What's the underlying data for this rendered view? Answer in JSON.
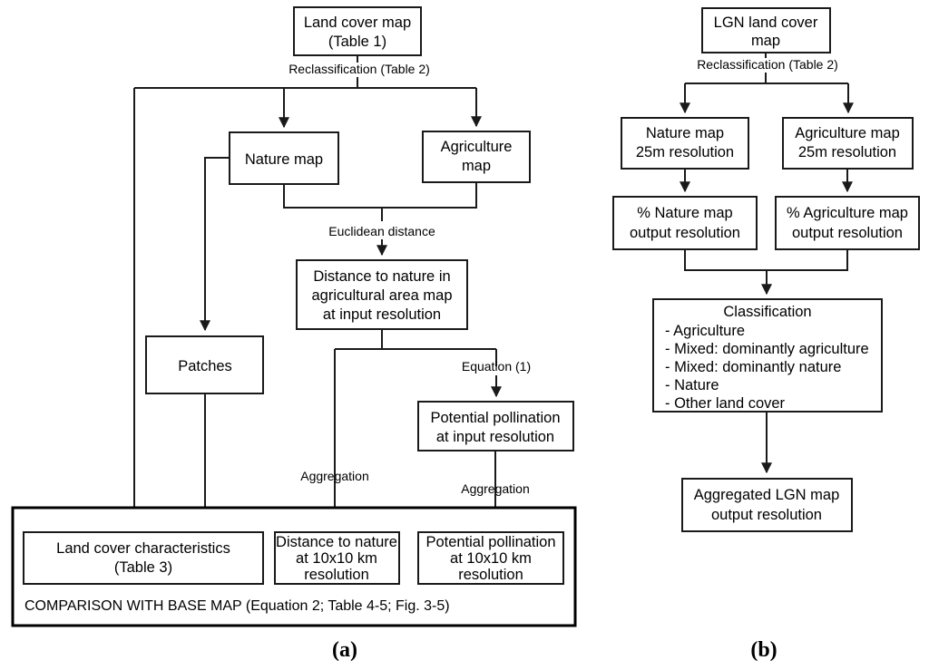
{
  "figure": {
    "background": "#ffffff",
    "line_color": "#1a1a1a",
    "panels": [
      {
        "id": "a",
        "label": "(a)"
      },
      {
        "id": "b",
        "label": "(b)"
      }
    ]
  },
  "panel_a": {
    "label": "(a)",
    "nodes": {
      "land_cover_map": {
        "line1": "Land cover map",
        "line2": "(Table 1)"
      },
      "nature_map": {
        "line1": "Nature map"
      },
      "agriculture_map": {
        "line1": "Agriculture",
        "line2": "map"
      },
      "patches": {
        "line1": "Patches"
      },
      "distance_nature_input": {
        "line1": "Distance to nature in",
        "line2": "agricultural area map",
        "line3": "at input resolution"
      },
      "potential_pollination_input": {
        "line1": "Potential pollination",
        "line2": "at input resolution"
      },
      "land_cover_characteristics": {
        "line1": "Land cover characteristics",
        "line2": "(Table 3)"
      },
      "distance_nature_10km": {
        "line1": "Distance to nature",
        "line2": "at 10x10 km",
        "line3": "resolution"
      },
      "potential_pollination_10km": {
        "line1": "Potential pollination",
        "line2": "at 10x10 km",
        "line3": "resolution"
      }
    },
    "edge_labels": {
      "reclassification": "Reclassification (Table 2)",
      "euclidean_distance": "Euclidean distance",
      "equation_1": "Equation (1)",
      "aggregation_left": "Aggregation",
      "aggregation_right": "Aggregation"
    },
    "comparison_banner": "COMPARISON WITH BASE MAP (Equation 2; Table 4-5; Fig. 3-5)"
  },
  "panel_b": {
    "label": "(b)",
    "nodes": {
      "lgn_land_cover_map": {
        "line1": "LGN land cover",
        "line2": "map"
      },
      "nature_map_25m": {
        "line1": "Nature map",
        "line2": "25m resolution"
      },
      "agriculture_map_25m": {
        "line1": "Agriculture map",
        "line2": "25m resolution"
      },
      "pct_nature_map": {
        "line1": "% Nature map",
        "line2": "output resolution"
      },
      "pct_agriculture_map": {
        "line1": "% Agriculture map",
        "line2": "output resolution"
      },
      "classification": {
        "title": "Classification",
        "items": [
          "- Agriculture",
          "- Mixed: dominantly agriculture",
          "- Mixed: dominantly nature",
          "- Nature",
          "- Other land cover"
        ]
      },
      "aggregated_lgn_map": {
        "line1": "Aggregated LGN map",
        "line2": "output resolution"
      }
    },
    "edge_labels": {
      "reclassification": "Reclassification (Table 2)"
    }
  }
}
